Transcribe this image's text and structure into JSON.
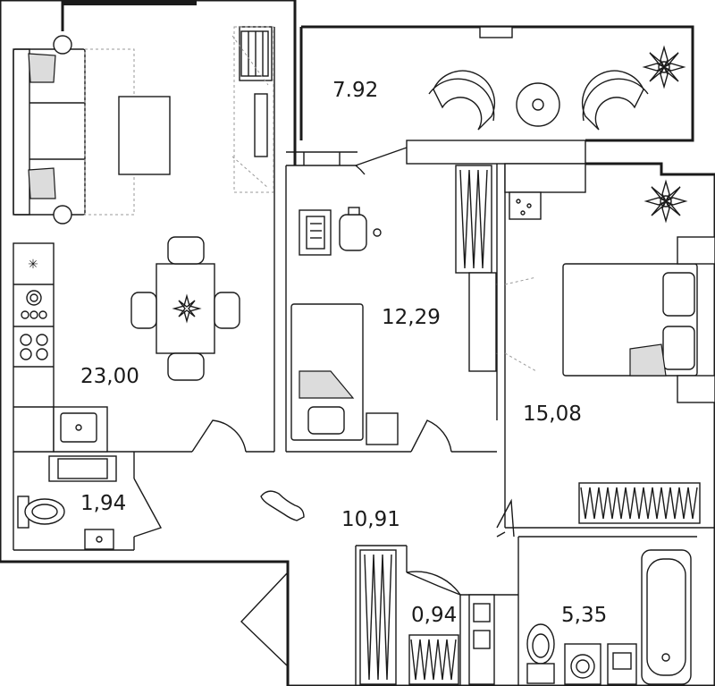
{
  "rooms": [
    {
      "id": "balcony",
      "area": "7.92"
    },
    {
      "id": "kitchen-living",
      "area": "23,00"
    },
    {
      "id": "bedroom-1",
      "area": "12,29"
    },
    {
      "id": "bedroom-2",
      "area": "15,08"
    },
    {
      "id": "toilet",
      "area": "1,94"
    },
    {
      "id": "hallway",
      "area": "10,91"
    },
    {
      "id": "closet",
      "area": "0,94"
    },
    {
      "id": "bathroom",
      "area": "5,35"
    }
  ]
}
